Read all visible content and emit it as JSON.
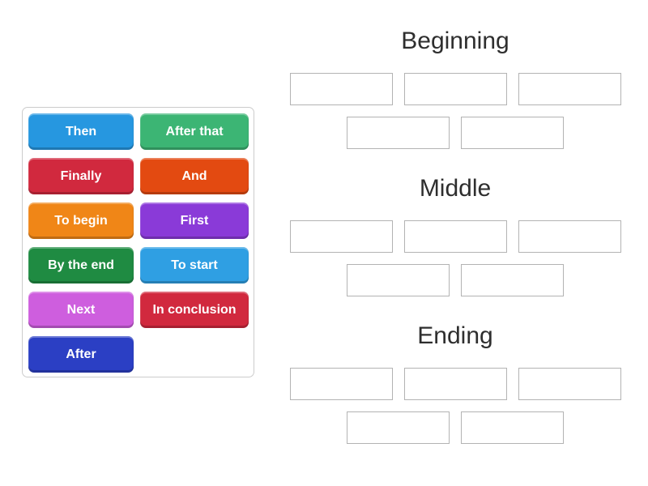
{
  "word_bank": {
    "tiles": [
      {
        "label": "Then",
        "color": "#2697e0"
      },
      {
        "label": "After that",
        "color": "#3cb574"
      },
      {
        "label": "Finally",
        "color": "#d1293e"
      },
      {
        "label": "And",
        "color": "#e34a11"
      },
      {
        "label": "To begin",
        "color": "#f08617"
      },
      {
        "label": "First",
        "color": "#8a3ad8"
      },
      {
        "label": "By the end",
        "color": "#1f8b42"
      },
      {
        "label": "To start",
        "color": "#2f9fe3"
      },
      {
        "label": "Next",
        "color": "#ce5ede"
      },
      {
        "label": "In conclusion",
        "color": "#d1293e"
      },
      {
        "label": "After",
        "color": "#2b3fc4"
      }
    ]
  },
  "groups": [
    {
      "label": "Beginning",
      "empty_slots": 5
    },
    {
      "label": "Middle",
      "empty_slots": 5
    },
    {
      "label": "Ending",
      "empty_slots": 5
    }
  ],
  "colors": {
    "heading_text": "#2e2e2e",
    "slot_border": "#b3b3b3",
    "panel_border": "#cccccc",
    "tile_text": "#ffffff"
  }
}
